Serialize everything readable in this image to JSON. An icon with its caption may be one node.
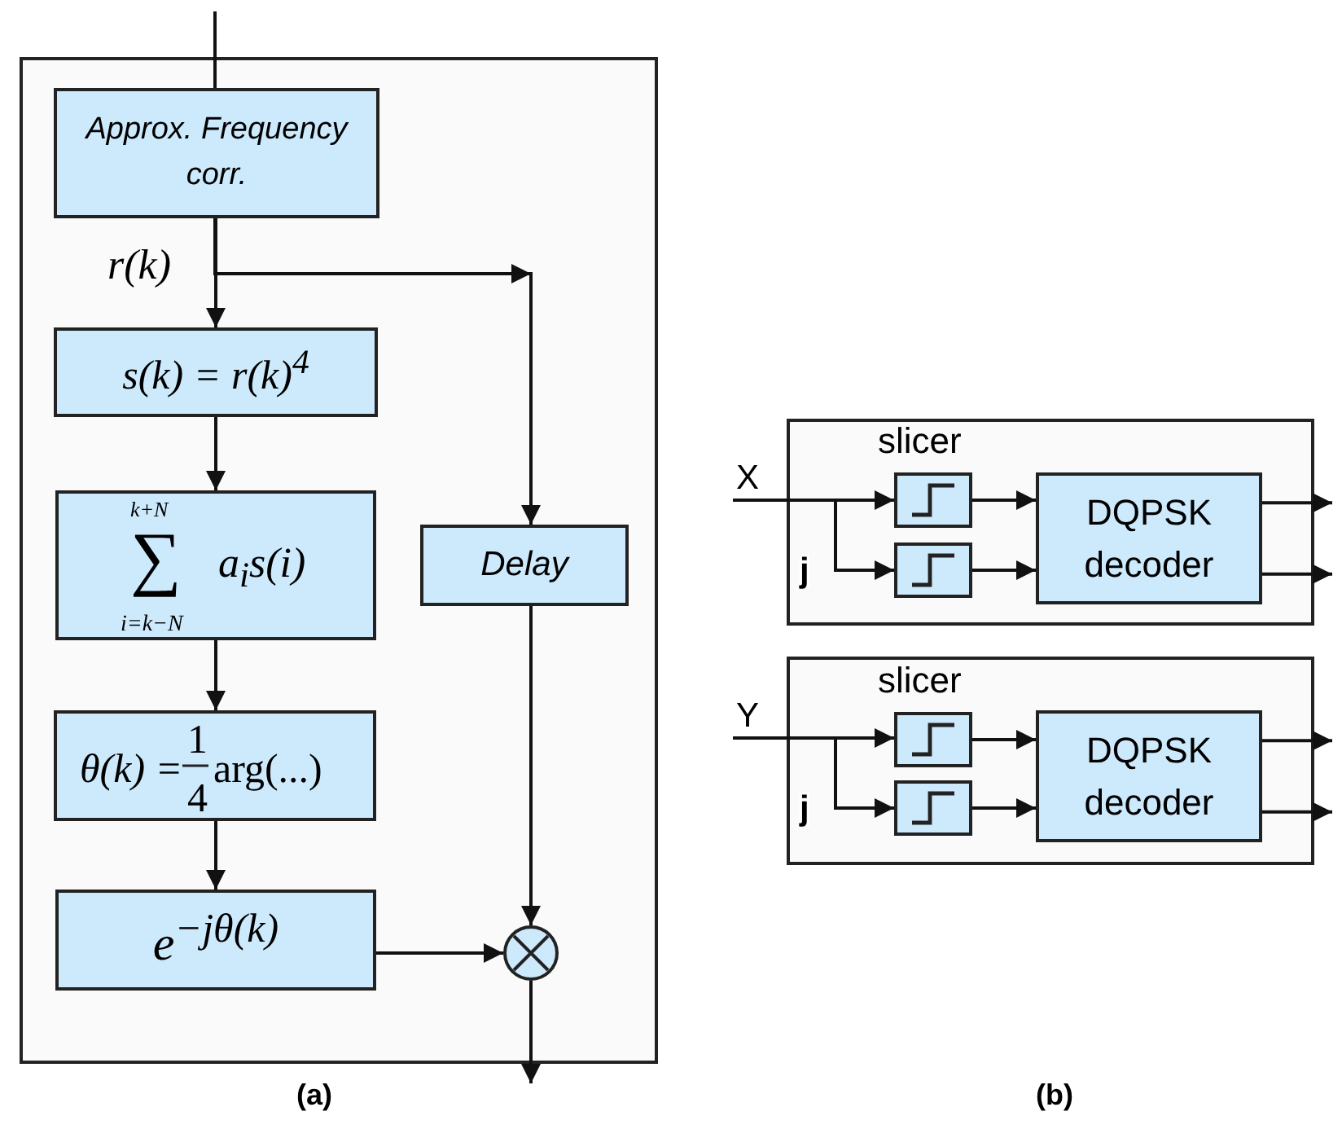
{
  "diagram": {
    "nodes": [
      {
        "text": [],
        "shape": "box"
      },
      {
        "text": [
          "Approx. Frequency corr."
        ],
        "in": 0
      },
      {
        "text": [
          "s(k) = r(k)$^{4}$"
        ],
        "in": 0
      },
      {
        "text": [
          "k+N",
          "∑",
          "i=k−N",
          "a$_{i}$s(i)"
        ],
        "in": 0
      },
      {
        "text": [
          "Delay"
        ],
        "in": 0
      },
      {
        "text": [
          "θ(k) =",
          "1",
          "4",
          "arg(...)"
        ],
        "in": 0
      },
      {
        "text": [
          "e$^{−jθ(k)}$"
        ],
        "in": 0
      },
      {
        "text": [],
        "shape": "circle",
        "in": 0
      },
      {
        "text": [
          "X"
        ]
      },
      {
        "text": [],
        "shape": "box"
      },
      {
        "text": [],
        "shape": "box",
        "in": 9,
        "beside": [
          "slicer"
        ]
      },
      {
        "text": [],
        "shape": "box",
        "in": 9
      },
      {
        "text": [
          "DQPSK decoder"
        ],
        "in": 9
      },
      {
        "text": [
          "Y"
        ]
      },
      {
        "text": [],
        "shape": "box"
      },
      {
        "text": [],
        "shape": "box",
        "in": 14,
        "beside": [
          "slicer"
        ]
      },
      {
        "text": [],
        "shape": "box",
        "in": 14
      },
      {
        "text": [
          "DQPSK decoder"
        ],
        "in": 14
      }
    ],
    "edges": [
      {
        "from": null,
        "to": 1,
        "arrow": "none"
      },
      {
        "from": 1,
        "to": 2,
        "arrow": "to",
        "label": "r(k)"
      },
      {
        "from": 1,
        "to": 4,
        "arrow": "to"
      },
      {
        "from": 2,
        "to": 3,
        "arrow": "to"
      },
      {
        "from": 3,
        "to": 5,
        "arrow": "to"
      },
      {
        "from": 5,
        "to": 6,
        "arrow": "to"
      },
      {
        "from": 6,
        "to": 7,
        "arrow": "to"
      },
      {
        "from": 4,
        "to": 7,
        "arrow": "to"
      },
      {
        "from": 7,
        "to": null,
        "arrow": "to"
      },
      {
        "from": 8,
        "to": 10,
        "arrow": "to"
      },
      {
        "from": 8,
        "to": 11,
        "arrow": "to",
        "label": "j"
      },
      {
        "from": 10,
        "to": 12,
        "arrow": "to"
      },
      {
        "from": 11,
        "to": 12,
        "arrow": "to"
      },
      {
        "from": 12,
        "to": null,
        "arrow": "to"
      },
      {
        "from": 12,
        "to": null,
        "arrow": "to"
      },
      {
        "from": 13,
        "to": 15,
        "arrow": "to"
      },
      {
        "from": 13,
        "to": 16,
        "arrow": "to",
        "label": "j"
      },
      {
        "from": 15,
        "to": 17,
        "arrow": "to"
      },
      {
        "from": 16,
        "to": 17,
        "arrow": "to"
      },
      {
        "from": 17,
        "to": null,
        "arrow": "to"
      },
      {
        "from": 17,
        "to": null,
        "arrow": "to"
      }
    ],
    "labels": [
      "(a)",
      "(b)"
    ]
  }
}
